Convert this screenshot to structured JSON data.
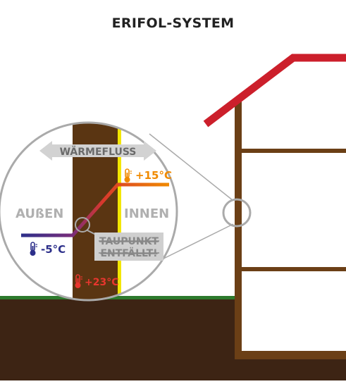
{
  "title": "ERIFOL-SYSTEM",
  "labels": {
    "outside": "AUßEN",
    "inside": "INNEN",
    "heatflow": "WÄRMEFLUSS",
    "dewpoint_line1": "TAUPUNKT",
    "dewpoint_line2": "ENTFÄLLT!"
  },
  "temperatures": {
    "outside": "-5°C",
    "inside": "+15°C",
    "wall": "+23°C"
  },
  "icons": {
    "temperature": "thermometer-icon",
    "heatflow": "double-arrow-icon"
  },
  "colors": {
    "roof": "#cc1f2b",
    "frame": "#6b3f16",
    "ground": "#3d2414",
    "grass": "#2d7a2d",
    "wall": "#5a3512",
    "foil": "#f2e600",
    "cold": "#2c2f8a",
    "mid": "#d8382c",
    "warm": "#f08a00",
    "label_gray": "#b0b0b0"
  }
}
